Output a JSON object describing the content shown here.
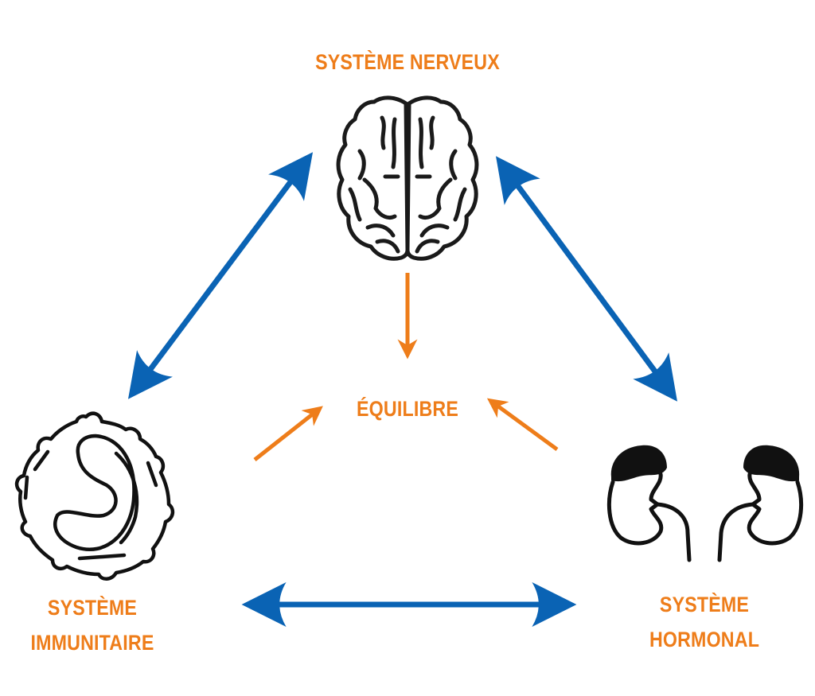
{
  "diagram": {
    "colors": {
      "label": "#ee7d1a",
      "influence_arrow": "#ee7d1a",
      "interaction_arrow": "#0a63b4",
      "icon": "#111111"
    },
    "nodes": {
      "nervous": {
        "label": "SYSTÈME NERVEUX",
        "icon": "brain-icon"
      },
      "immune": {
        "label_line1": "SYSTÈME",
        "label_line2": "IMMUNITAIRE",
        "icon": "white-blood-cell-icon"
      },
      "hormonal": {
        "label_line1": "SYSTÈME",
        "label_line2": "HORMONAL",
        "icon": "kidneys-adrenal-icon"
      },
      "center": {
        "label": "ÉQUILIBRE"
      }
    },
    "edges": [
      {
        "from": "nervous",
        "to": "immune",
        "type": "bidirectional",
        "color": "blue"
      },
      {
        "from": "nervous",
        "to": "hormonal",
        "type": "bidirectional",
        "color": "blue"
      },
      {
        "from": "immune",
        "to": "hormonal",
        "type": "bidirectional",
        "color": "blue"
      },
      {
        "from": "nervous",
        "to": "center",
        "type": "directed",
        "color": "orange"
      },
      {
        "from": "immune",
        "to": "center",
        "type": "directed",
        "color": "orange"
      },
      {
        "from": "hormonal",
        "to": "center",
        "type": "directed",
        "color": "orange"
      }
    ]
  }
}
